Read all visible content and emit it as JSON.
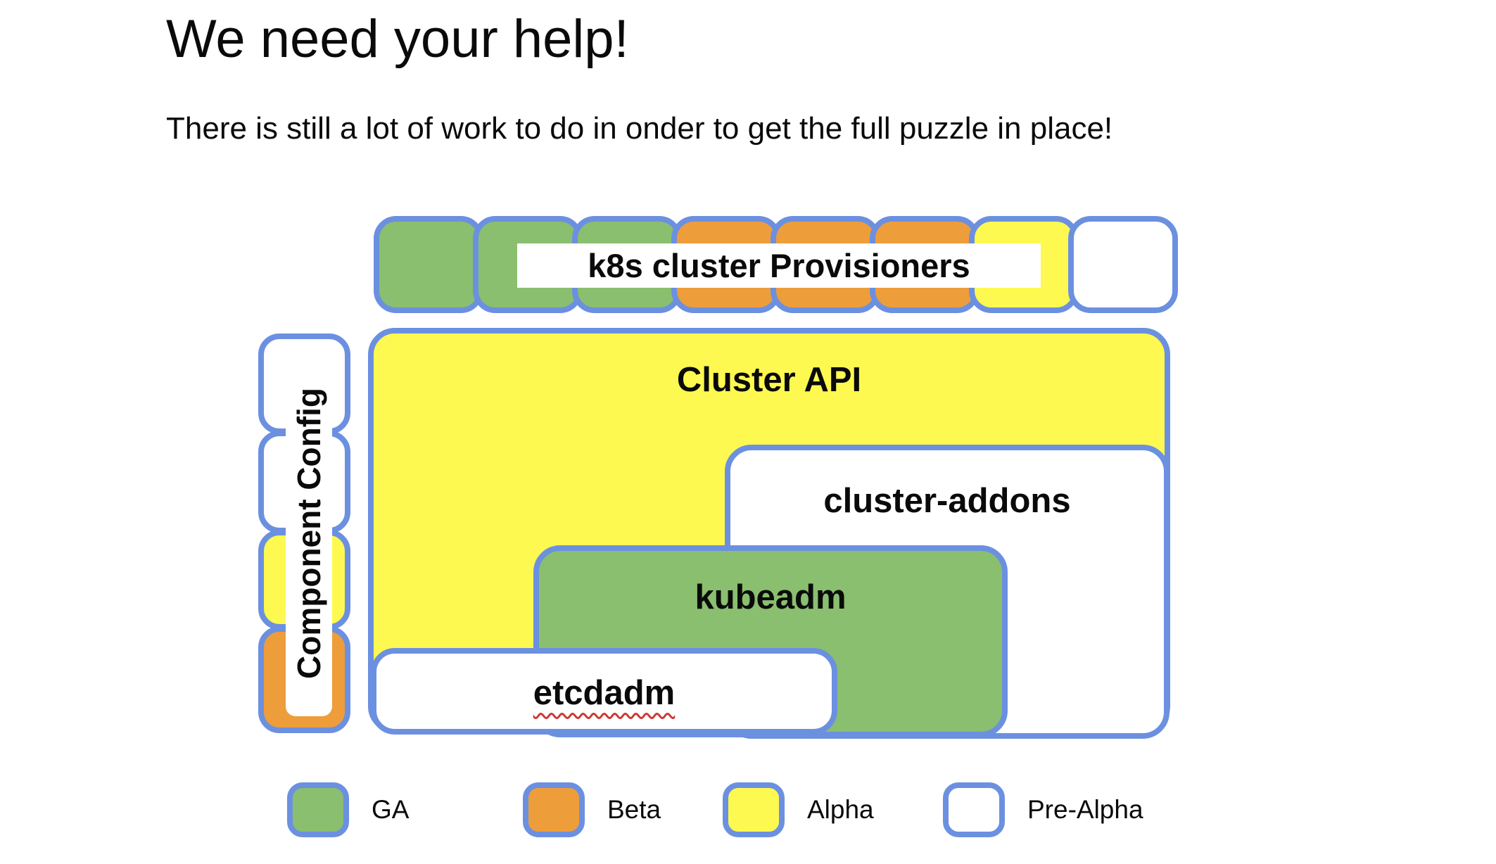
{
  "slide": {
    "title": "We need your help!",
    "subtitle": "There is still a lot of work to do in onder to get the full puzzle in place!"
  },
  "colors": {
    "ga": "#89bf6e",
    "beta": "#ee9d3b",
    "alpha": "#fdf950",
    "pre_alpha": "#ffffff",
    "border": "#6c90e0",
    "spellcheck_red": "#cd3a35",
    "text": "#0a0a0a"
  },
  "diagram": {
    "provisioners": {
      "label": "k8s cluster Provisioners",
      "pieces": [
        "GA",
        "GA",
        "GA",
        "Beta",
        "Beta",
        "Beta",
        "Alpha",
        "Pre-Alpha"
      ]
    },
    "component_config": {
      "label": "Component Config",
      "segments": [
        "Pre-Alpha",
        "Pre-Alpha",
        "Alpha",
        "Beta"
      ]
    },
    "boxes": {
      "cluster_api": {
        "label": "Cluster API",
        "status": "Alpha"
      },
      "cluster_addons": {
        "label": "cluster-addons",
        "status": "Pre-Alpha"
      },
      "kubeadm": {
        "label": "kubeadm",
        "status": "GA"
      },
      "etcdadm": {
        "label": "etcdadm",
        "status": "Pre-Alpha",
        "spellcheck_underline": true
      }
    }
  },
  "legend": {
    "items": [
      {
        "label": "GA",
        "color": "#89bf6e"
      },
      {
        "label": "Beta",
        "color": "#ee9d3b"
      },
      {
        "label": "Alpha",
        "color": "#fdf950"
      },
      {
        "label": "Pre-Alpha",
        "color": "#ffffff"
      }
    ]
  }
}
